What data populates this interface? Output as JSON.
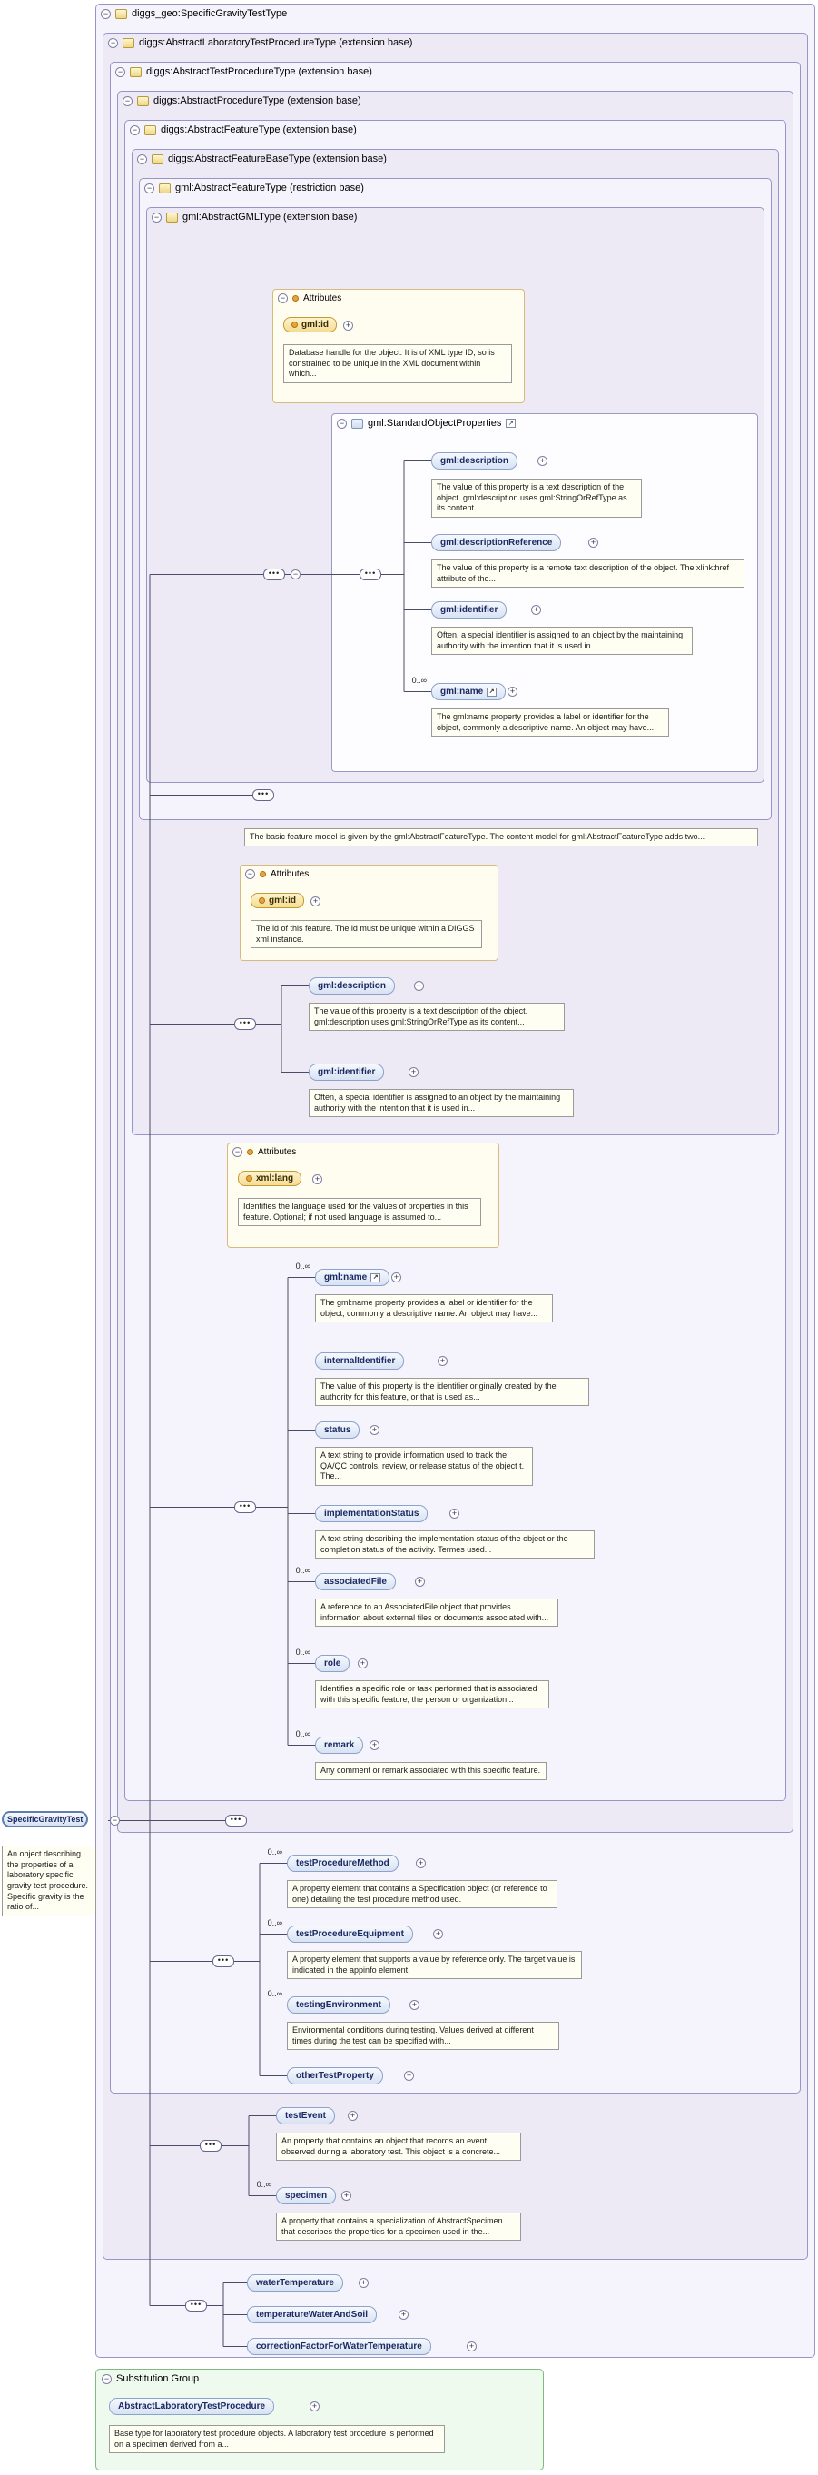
{
  "types": {
    "root": "diggs_geo:SpecificGravityTestType",
    "abstract_laboratory_test_procedure": "diggs:AbstractLaboratoryTestProcedureType (extension base)",
    "abstract_test_procedure": "diggs:AbstractTestProcedureType (extension base)",
    "abstract_procedure": "diggs:AbstractProcedureType (extension base)",
    "abstract_feature": "diggs:AbstractFeatureType (extension base)",
    "abstract_feature_base": "diggs:AbstractFeatureBaseType (extension base)",
    "gml_abstract_feature": "gml:AbstractFeatureType (restriction base)",
    "gml_abstract_gml": "gml:AbstractGMLType (extension base)",
    "standard_object_properties": "gml:StandardObjectProperties"
  },
  "attributes": {
    "header": "Attributes",
    "gml_id_1": {
      "name": "gml:id",
      "doc": "Database handle for the object. It is of XML type ID, so is constrained to be unique in the XML document within which..."
    },
    "gml_id_2": {
      "name": "gml:id",
      "doc": "The id of this feature. The id must be unique within a DIGGS xml instance."
    },
    "xml_lang": {
      "name": "xml:lang",
      "doc": "Identifies the language used for the values of properties in this feature. Optional; if not used language is assumed to..."
    }
  },
  "notes": {
    "basic_feature_model": "The basic feature model is given by the gml:AbstractFeatureType. The content model for gml:AbstractFeatureType adds two..."
  },
  "occurs": "0..∞",
  "elements": {
    "sop_description": {
      "name": "gml:description",
      "doc": "The value of this property is a text description of the object. gml:description uses gml:StringOrRefType as its content..."
    },
    "sop_description_reference": {
      "name": "gml:descriptionReference",
      "doc": "The value of this property is a remote text description of the object. The xlink:href attribute of the..."
    },
    "sop_identifier": {
      "name": "gml:identifier",
      "doc": "Often, a special identifier is assigned to an object by the maintaining authority with the intention that it is used in..."
    },
    "sop_name": {
      "name": "gml:name",
      "doc": "The gml:name property provides a label or identifier for the object, commonly a descriptive name. An object may have..."
    },
    "fb_description": {
      "name": "gml:description",
      "doc": "The value of this property is a text description of the object. gml:description uses gml:StringOrRefType as its content..."
    },
    "fb_identifier": {
      "name": "gml:identifier",
      "doc": "Often, a special identifier is assigned to an object by the maintaining authority with the intention that it is used in..."
    },
    "ft_name": {
      "name": "gml:name",
      "doc": "The gml:name property provides a label or identifier for the object, commonly a descriptive name. An object may have..."
    },
    "internal_identifier": {
      "name": "internalIdentifier",
      "doc": "The value of this property is the identifier originally created by the authority for this feature, or that is used as..."
    },
    "status": {
      "name": "status",
      "doc": "A text string to provide information used to track the QA/QC controls, review, or release status of the object t. The..."
    },
    "implementation_status": {
      "name": "implementationStatus",
      "doc": "A text string describing the implementation status of the object or the completion status of the activity. Termes used..."
    },
    "associated_file": {
      "name": "associatedFile",
      "doc": "A reference to an AssociatedFile object that provides information about external files or documents associated with..."
    },
    "role": {
      "name": "role",
      "doc": "Identifies a specific role or task performed that is associated with this specific feature, the person or organization..."
    },
    "remark": {
      "name": "remark",
      "doc": "Any comment or remark associated with this specific feature."
    },
    "test_procedure_method": {
      "name": "testProcedureMethod",
      "doc": "A property element that contains a Specification object (or reference to one) detailing the test procedure method used."
    },
    "test_procedure_equipment": {
      "name": "testProcedureEquipment",
      "doc": "A property element that supports a value by reference only. The target value is indicated in the appinfo element."
    },
    "testing_environment": {
      "name": "testingEnvironment",
      "doc": "Environmental conditions during testing. Values derived at different times during the test can be specified with..."
    },
    "other_test_property": {
      "name": "otherTestProperty"
    },
    "test_event": {
      "name": "testEvent",
      "doc": "An property that contains an object that records an event observed during a laboratory test. This object is a concrete..."
    },
    "specimen": {
      "name": "specimen",
      "doc": "A property that contains a specialization of AbstractSpecimen that describes the properties for a specimen used in the..."
    },
    "water_temperature": {
      "name": "waterTemperature"
    },
    "temperature_water_and_soil": {
      "name": "temperatureWaterAndSoil"
    },
    "correction_factor": {
      "name": "correctionFactorForWaterTemperature"
    }
  },
  "main_element": {
    "name": "SpecificGravityTest",
    "doc": "An object describing the properties of a laboratory specific gravity test procedure. Specific gravity is the ratio of..."
  },
  "substitution_group": {
    "header": "Substitution Group",
    "element": "AbstractLaboratoryTestProcedure",
    "doc": "Base type for laboratory test procedure objects. A laboratory test procedure is performed on a specimen derived from a..."
  },
  "icons": {
    "collapse": "−",
    "expand": "+",
    "sequence": "•••",
    "reference": "↗"
  }
}
